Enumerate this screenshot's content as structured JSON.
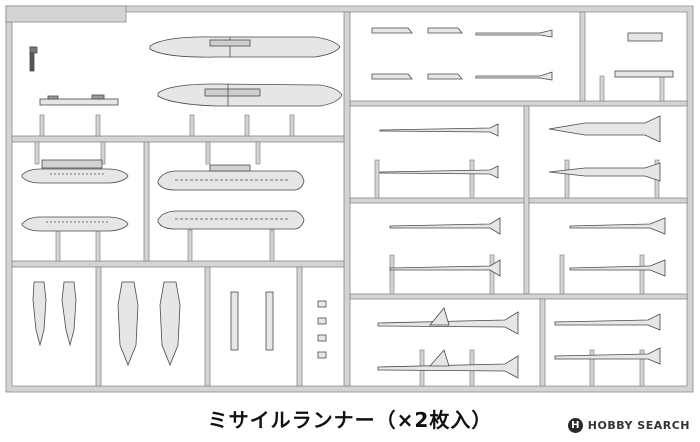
{
  "caption": "ミサイルランナー（×2枚入）",
  "watermark": {
    "logo_letter": "H",
    "text": "HOBBY SEARCH",
    "logo_icon": "hobby-search-logo-icon"
  },
  "colors": {
    "background": "#ffffff",
    "frame_fill": "#d2d2d2",
    "frame_stroke": "#8a8a8a",
    "part_fill": "#e4e4e4",
    "part_stroke": "#555555"
  }
}
